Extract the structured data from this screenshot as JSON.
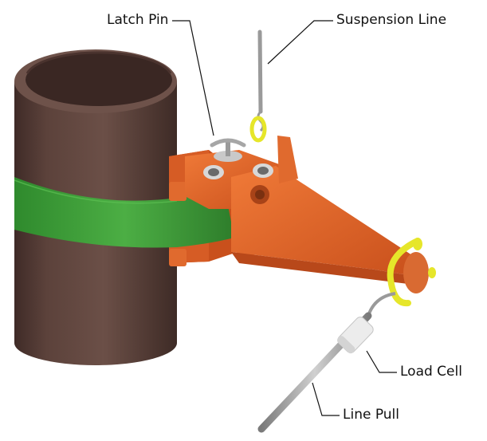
{
  "labels": {
    "latch_pin": "Latch Pin",
    "suspension_line": "Suspension Line",
    "load_cell": "Load Cell",
    "line_pull": "Line Pull"
  },
  "colors": {
    "pipe": "#5a3f38",
    "strap": "#3f9a3a",
    "bracket": "#e4662a",
    "shackle": "#e6e62a",
    "load_cell": "#e8e8e8",
    "rod": "#9a9a9a"
  }
}
